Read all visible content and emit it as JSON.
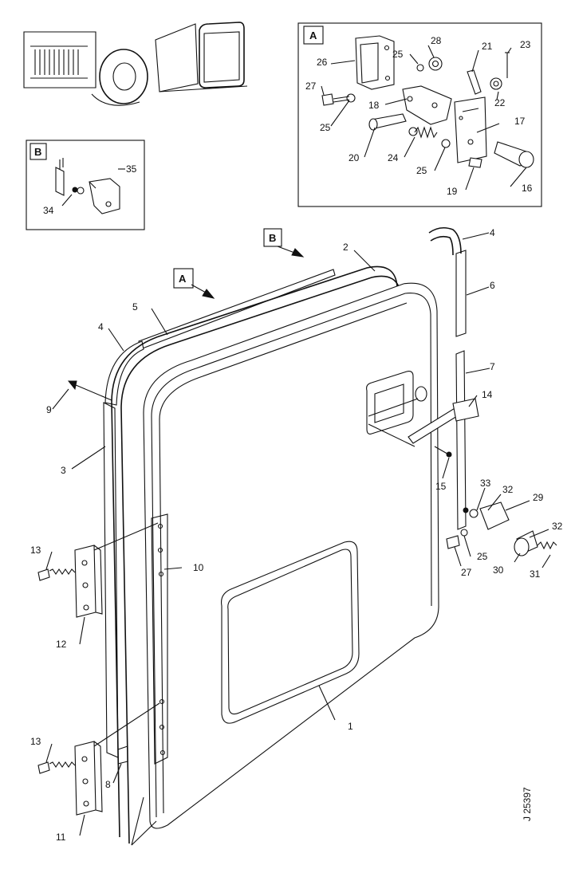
{
  "drawing": {
    "reference_code": "J 25397"
  },
  "insets": {
    "a": {
      "label": "A"
    },
    "b": {
      "label": "B"
    }
  },
  "view_arrows": {
    "a": {
      "label": "A"
    },
    "b": {
      "label": "B"
    }
  },
  "callouts": {
    "c1": "1",
    "c2": "2",
    "c3": "3",
    "c4": "4",
    "c4b": "4",
    "c5": "5",
    "c6": "6",
    "c7": "7",
    "c8": "8",
    "c9": "9",
    "c10": "10",
    "c11": "11",
    "c12": "12",
    "c13a": "13",
    "c13b": "13",
    "c14": "14",
    "c15": "15",
    "c16": "16",
    "c17": "17",
    "c18": "18",
    "c19": "19",
    "c20": "20",
    "c21": "21",
    "c22": "22",
    "c23": "23",
    "c24": "24",
    "c25a": "25",
    "c25b": "25",
    "c25c": "25",
    "c25d": "25",
    "c26": "26",
    "c27a": "27",
    "c27b": "27",
    "c28": "28",
    "c29": "29",
    "c30": "30",
    "c31": "31",
    "c32a": "32",
    "c32b": "32",
    "c33": "33",
    "c34": "34",
    "c35": "35"
  }
}
